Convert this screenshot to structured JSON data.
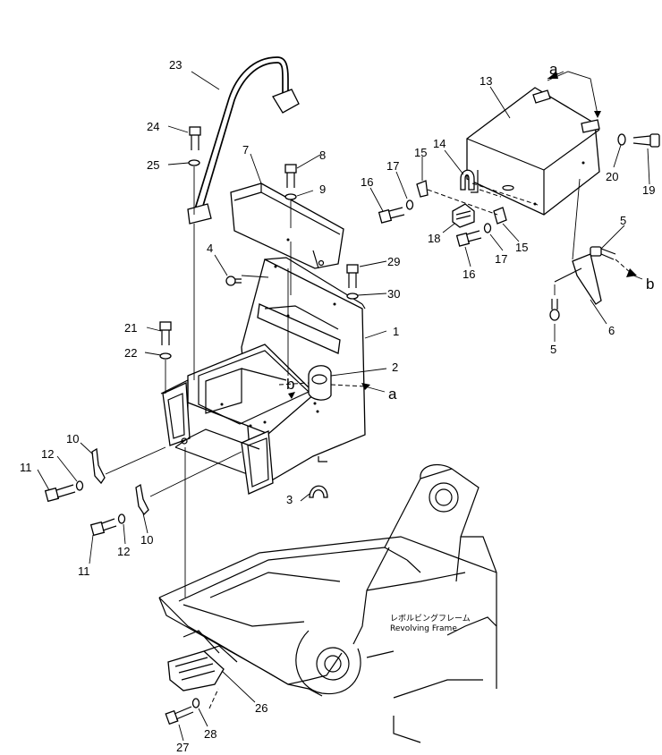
{
  "callouts": {
    "n1": "1",
    "n2": "2",
    "n3": "3",
    "n4": "4",
    "n5a": "5",
    "n5b": "5",
    "n6": "6",
    "n7": "7",
    "n8": "8",
    "n9": "9",
    "n10a": "10",
    "n10b": "10",
    "n11a": "11",
    "n11b": "11",
    "n12a": "12",
    "n12b": "12",
    "n13": "13",
    "n14": "14",
    "n15a": "15",
    "n15b": "15",
    "n16a": "16",
    "n16b": "16",
    "n17a": "17",
    "n17b": "17",
    "n18": "18",
    "n19": "19",
    "n20": "20",
    "n21": "21",
    "n22": "22",
    "n23": "23",
    "n24": "24",
    "n25": "25",
    "n26": "26",
    "n27": "27",
    "n28": "28",
    "n29": "29",
    "n30": "30"
  },
  "refs": {
    "a_top": "a",
    "a_mid": "a",
    "b_right": "b",
    "b_mid": "b"
  },
  "frame_label": {
    "jp": "レボルビングフレーム",
    "en": "Revolving  Frame"
  }
}
